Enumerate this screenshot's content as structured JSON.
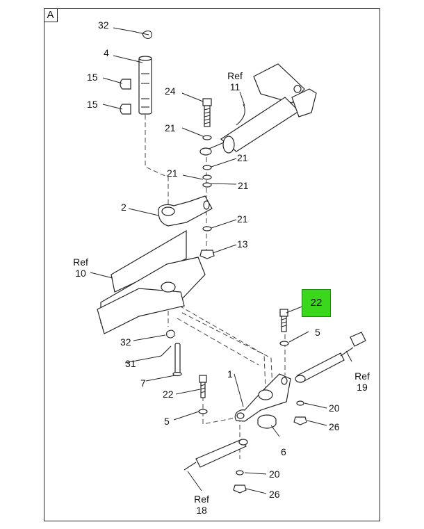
{
  "view_label": "A",
  "highlighted_callout": "22",
  "highlight_color": "#3bd71c",
  "callouts": {
    "c32_top": "32",
    "c4": "4",
    "c15_a": "15",
    "c15_b": "15",
    "c24": "24",
    "c21_a": "21",
    "c21_b": "21",
    "c21_c": "21",
    "c21_d": "21",
    "c21_e": "21",
    "c2": "2",
    "c13": "13",
    "c32_mid": "32",
    "c31": "31",
    "c7": "7",
    "c22": "22",
    "c5_a": "5",
    "c5_b": "5",
    "c1": "1",
    "c6": "6",
    "c20_a": "20",
    "c20_b": "20",
    "c26_a": "26",
    "c26_b": "26"
  },
  "refs": {
    "r11": {
      "word": "Ref",
      "num": "11"
    },
    "r10": {
      "word": "Ref",
      "num": "10"
    },
    "r19": {
      "word": "Ref",
      "num": "19"
    },
    "r18": {
      "word": "Ref",
      "num": "18"
    }
  }
}
